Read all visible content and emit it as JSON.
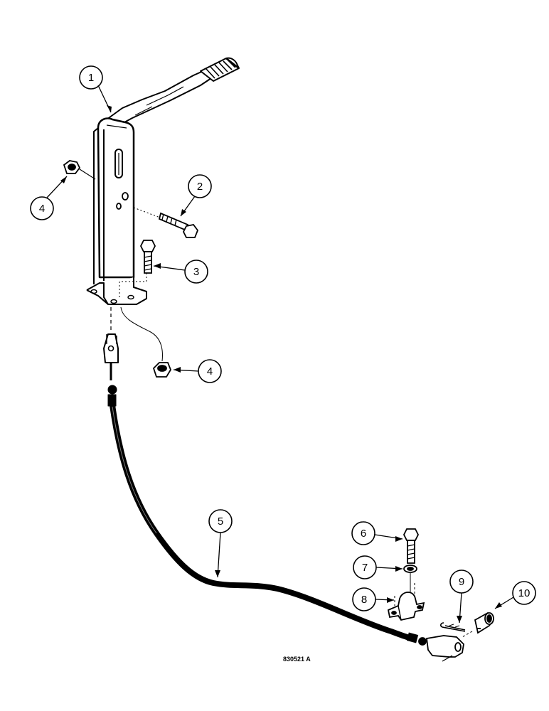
{
  "figure_id": "830521 A",
  "callouts": [
    "1",
    "2",
    "3",
    "4",
    "4",
    "5",
    "6",
    "7",
    "8",
    "9",
    "10"
  ]
}
